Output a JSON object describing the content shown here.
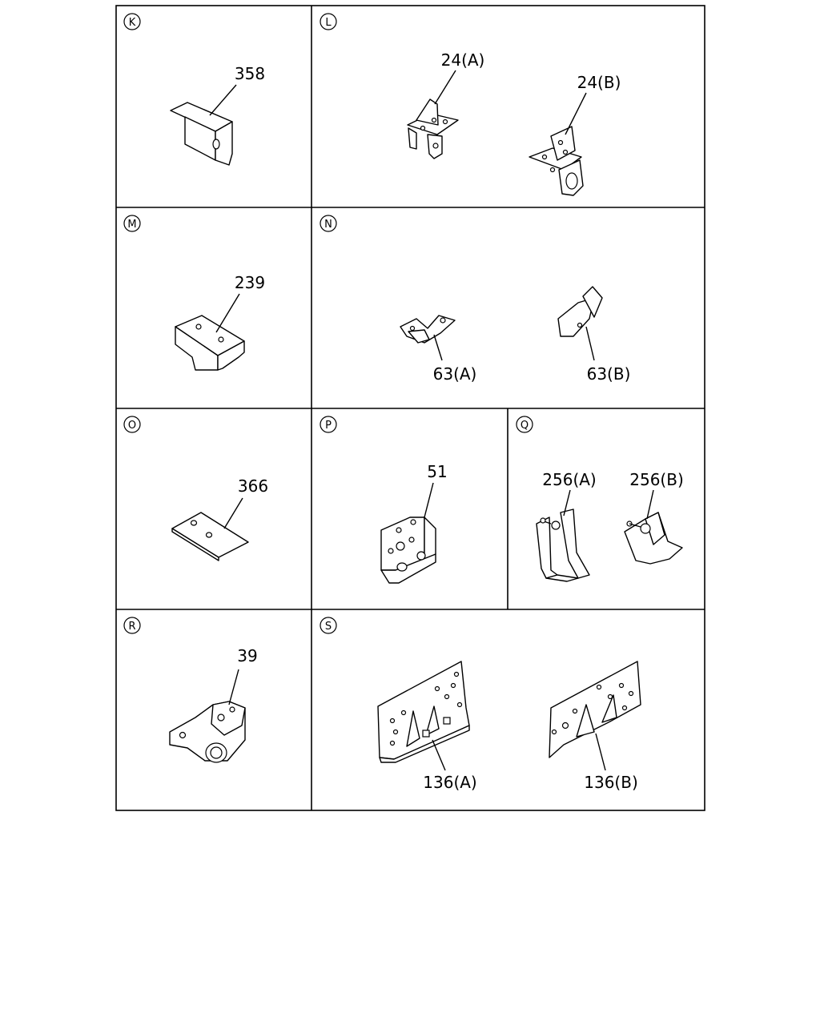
{
  "panels": {
    "K": {
      "letter": "K",
      "callouts": [
        "358"
      ]
    },
    "L": {
      "letter": "L",
      "callouts": [
        "24(A)",
        "24(B)"
      ]
    },
    "M": {
      "letter": "M",
      "callouts": [
        "239"
      ]
    },
    "N": {
      "letter": "N",
      "callouts": [
        "63(A)",
        "63(B)"
      ]
    },
    "O": {
      "letter": "O",
      "callouts": [
        "366"
      ]
    },
    "P": {
      "letter": "P",
      "callouts": [
        "51"
      ]
    },
    "Q": {
      "letter": "Q",
      "callouts": [
        "256(A)",
        "256(B)"
      ]
    },
    "R": {
      "letter": "R",
      "callouts": [
        "39"
      ]
    },
    "S": {
      "letter": "S",
      "callouts": [
        "136(A)",
        "136(B)"
      ]
    }
  }
}
